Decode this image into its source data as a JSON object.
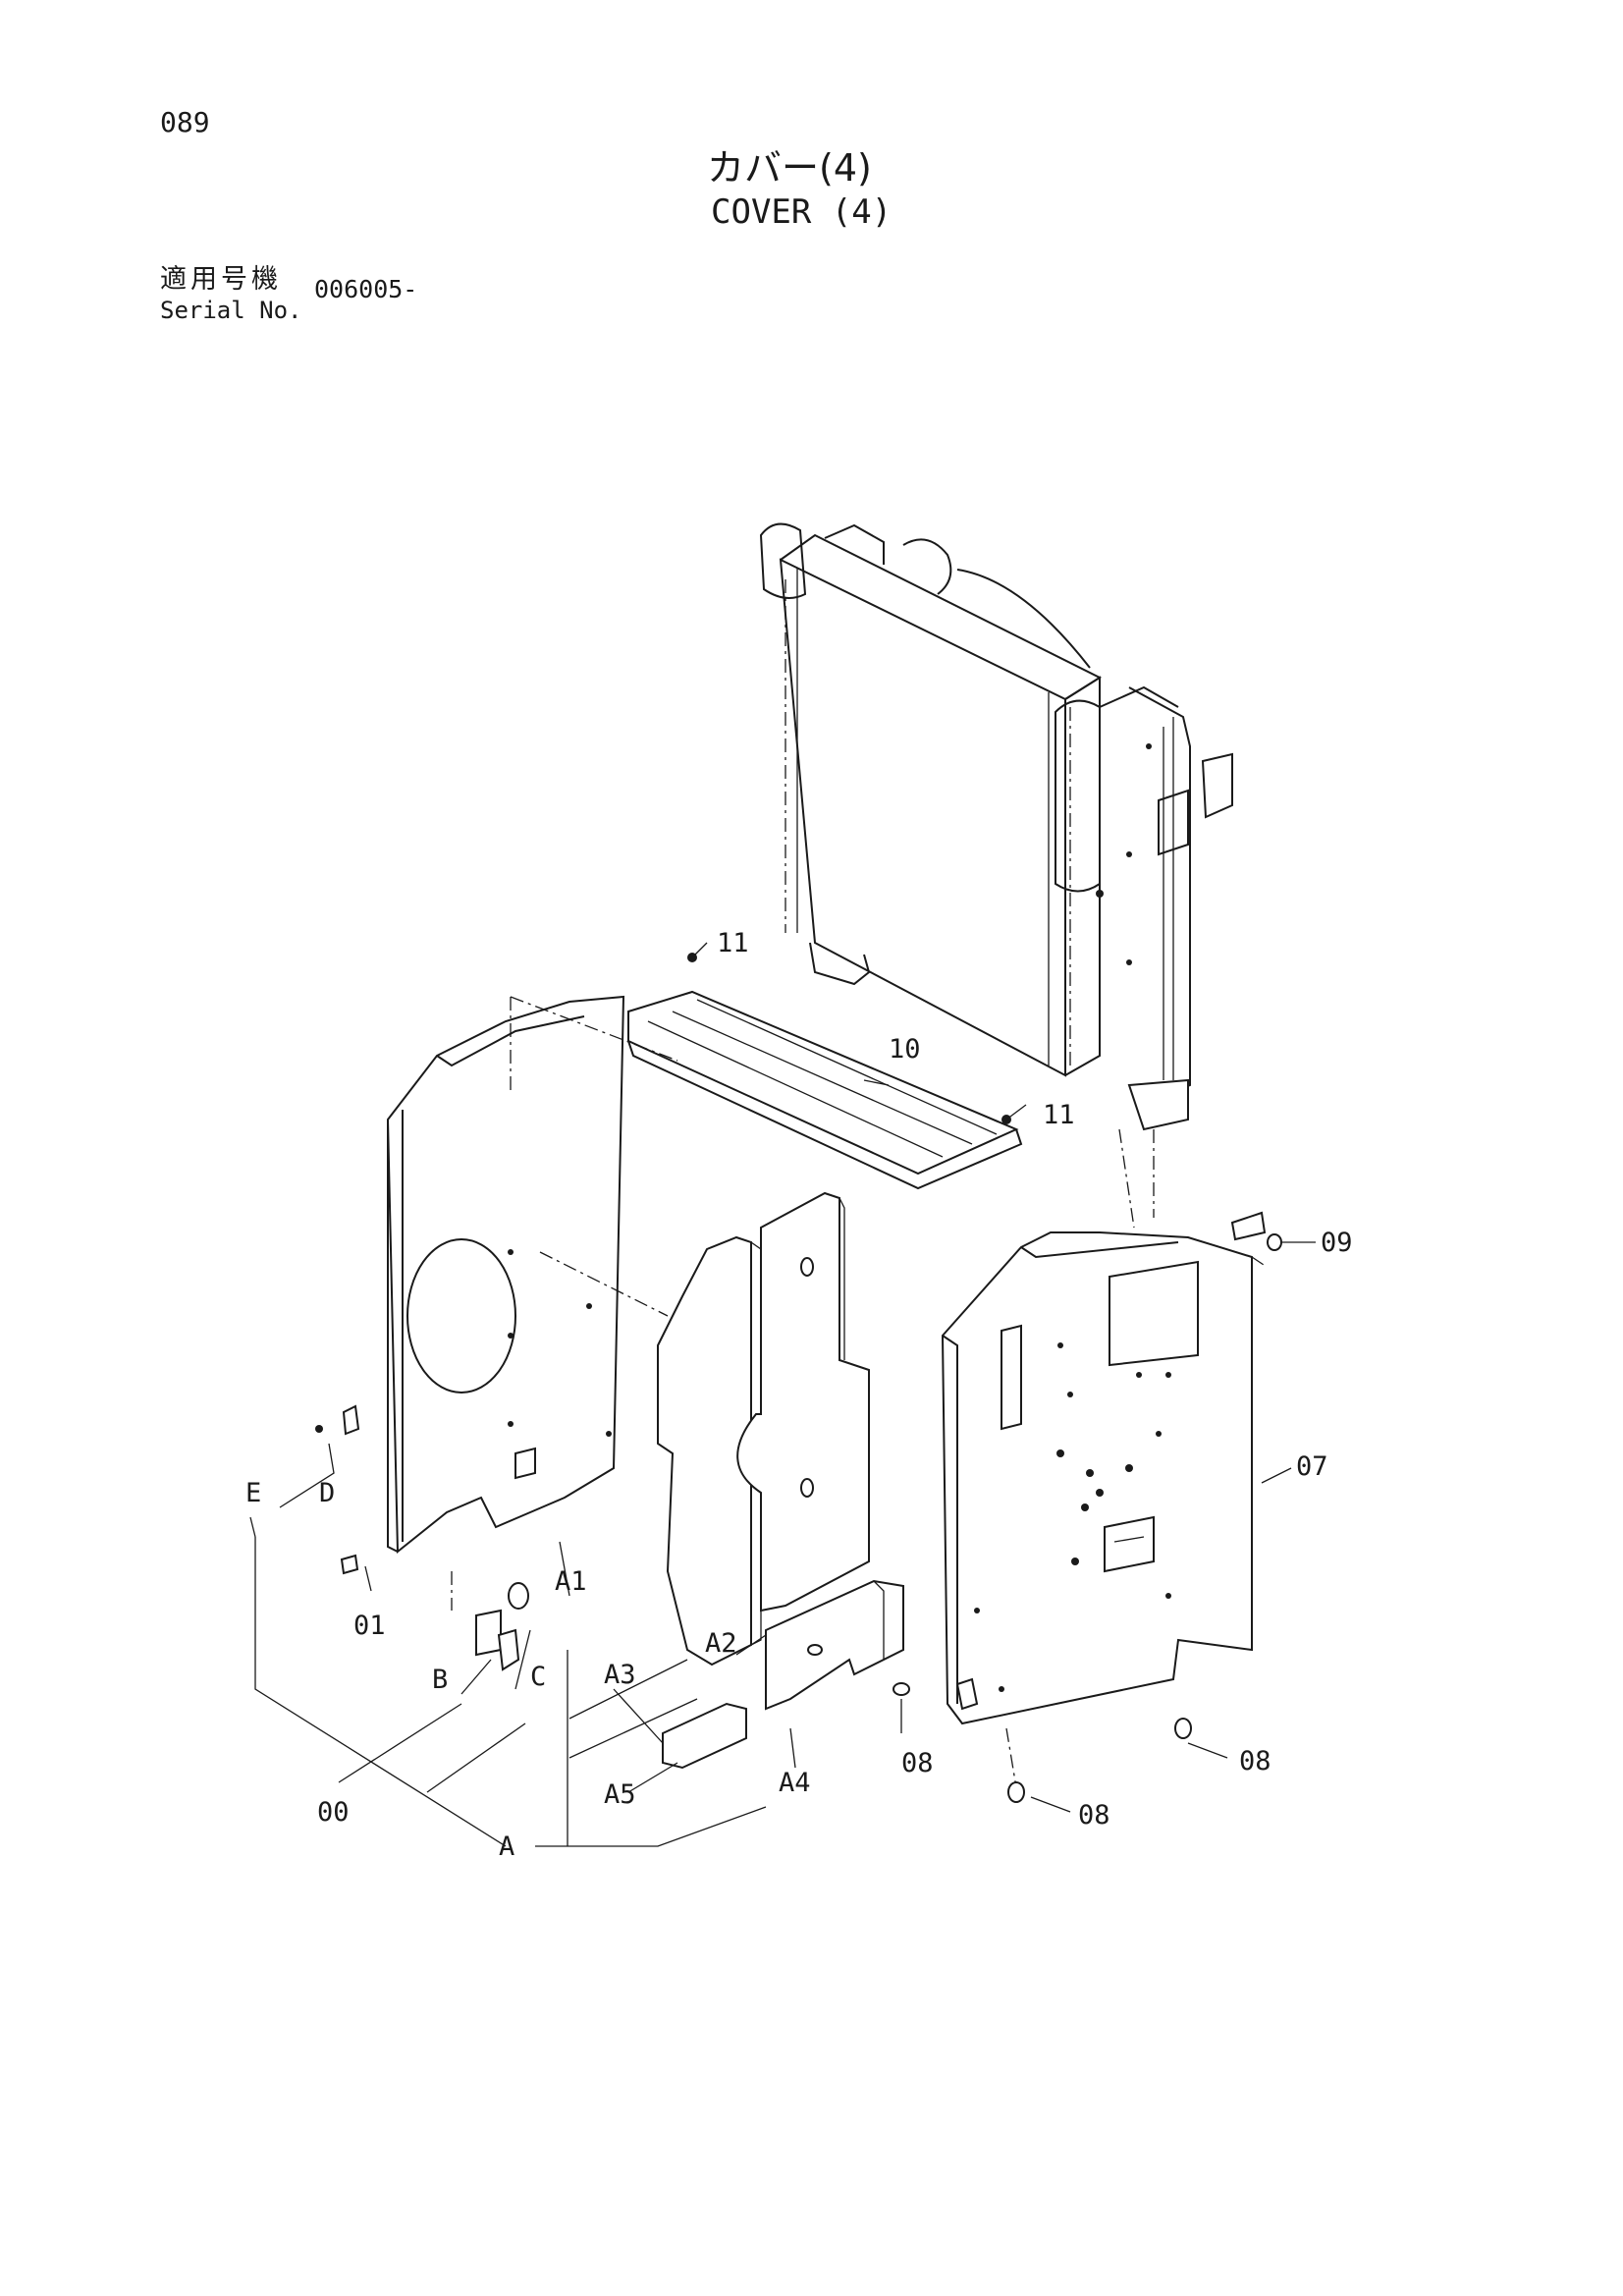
{
  "header": {
    "page_number": "089",
    "title_jp": "カバー(4)",
    "title_en": "COVER (4)",
    "serial_label_jp": "適用号機",
    "serial_label_en": "Serial No.",
    "serial_value": "006005-"
  },
  "callouts": {
    "c11a": "11",
    "c10": "10",
    "c11b": "11",
    "c09": "09",
    "c07": "07",
    "cE": "E",
    "cD": "D",
    "c01": "01",
    "cA1": "A1",
    "cB": "B",
    "cC": "C",
    "cA3": "A3",
    "cA2": "A2",
    "c00": "00",
    "cA5": "A5",
    "cA4": "A4",
    "c08a": "08",
    "c08b": "08",
    "c08c": "08",
    "cA": "A"
  }
}
